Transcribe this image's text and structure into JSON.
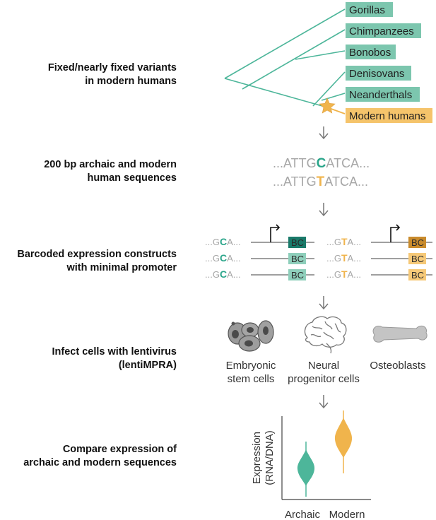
{
  "colors": {
    "archaic": "#4db69a",
    "archaic_label_bg": "#7cc6ae",
    "modern": "#f0b44c",
    "modern_label_bg": "#f5c46b",
    "bc_archaic_dark": "#1a7a6a",
    "bc_archaic_light": "#8ecfbb",
    "bc_modern_dark": "#c98b2c",
    "bc_modern_light": "#f6c978",
    "arrow": "#777777",
    "line": "#666666"
  },
  "steps": [
    {
      "line1": "Fixed/nearly fixed variants",
      "line2": "in modern humans"
    },
    {
      "line1": "200 bp archaic and modern",
      "line2": "human sequences"
    },
    {
      "line1": "Barcoded expression constructs",
      "line2": "with minimal promoter"
    },
    {
      "line1": "Infect cells with lentivirus",
      "line2": "(lentiMPRA)"
    },
    {
      "line1": "Compare expression of",
      "line2": "archaic and modern sequences"
    }
  ],
  "tree": {
    "species": [
      "Gorillas",
      "Chimpanzees",
      "Bonobos",
      "Denisovans",
      "Neanderthals",
      "Modern humans"
    ]
  },
  "sequences": {
    "archaic": {
      "prefix": "...ATTG",
      "variant": "C",
      "suffix": "ATCA..."
    },
    "modern": {
      "prefix": "...ATTG",
      "variant": "T",
      "suffix": "ATCA..."
    }
  },
  "constructs": {
    "archaic": {
      "prefix": "...G",
      "variant": "C",
      "suffix": "A..."
    },
    "modern": {
      "prefix": "...G",
      "variant": "T",
      "suffix": "A..."
    },
    "barcode": "BC"
  },
  "cell_types": [
    {
      "line1": "Embryonic",
      "line2": "stem cells",
      "icon": "stem-cells-icon"
    },
    {
      "line1": "Neural",
      "line2": "progenitor cells",
      "icon": "brain-icon"
    },
    {
      "line1": "Osteoblasts",
      "line2": "",
      "icon": "bone-icon"
    }
  ],
  "plot": {
    "ylabel_line1": "Expression",
    "ylabel_line2": "(RNA/DNA)",
    "categories": [
      "Archaic",
      "Modern"
    ]
  }
}
